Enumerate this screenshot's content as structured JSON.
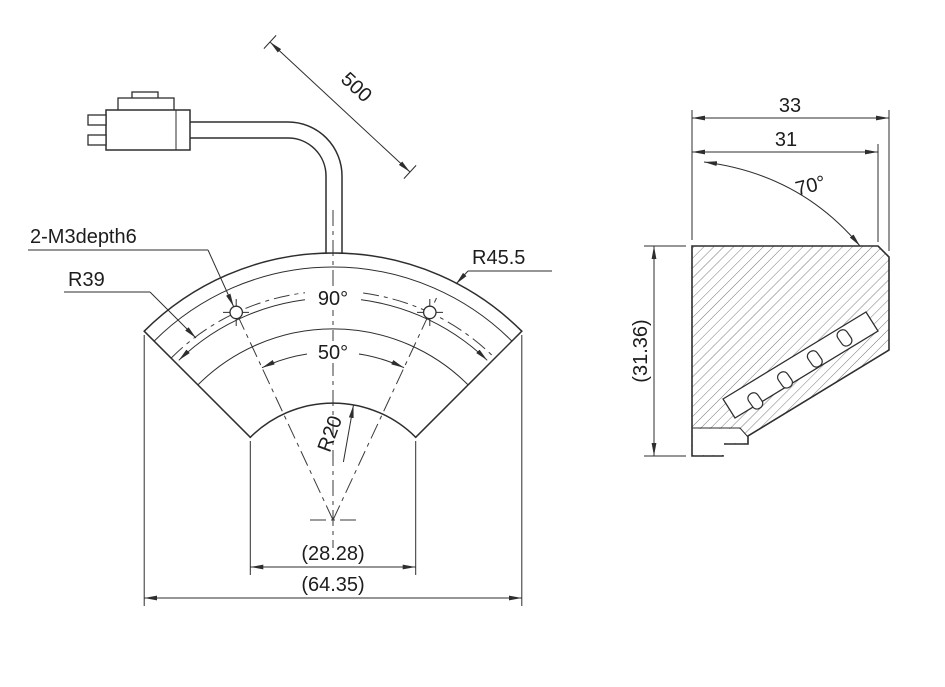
{
  "front_view": {
    "cable_length_label": "500",
    "thread_callout": "2-M3depth6",
    "radius_pitch_label": "R39",
    "radius_outer_label": "R45.5",
    "radius_inner_label": "R20",
    "sector_angle_label": "90°",
    "hole_angle_label": "50°",
    "inner_width_label": "(28.28)",
    "outer_width_label": "(64.35)"
  },
  "side_view": {
    "overall_width_label": "33",
    "inner_width_label": "31",
    "beam_angle_label": "70°",
    "height_label": "(31.36)"
  },
  "colors": {
    "line": "#2e2e2e",
    "text": "#1d1d1d",
    "background": "#ffffff"
  }
}
